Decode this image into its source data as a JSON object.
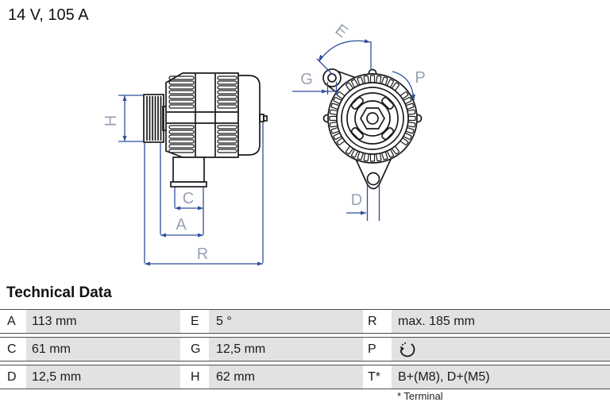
{
  "header": {
    "rating": "14 V, 105 A"
  },
  "section": {
    "title": "Technical Data",
    "footnote": "* Terminal"
  },
  "diagram": {
    "side_view_labels": {
      "H": "H",
      "C": "C",
      "A": "A",
      "R": "R"
    },
    "front_view_labels": {
      "E": "E",
      "G": "G",
      "P": "P",
      "D": "D"
    }
  },
  "technical_data": {
    "rows": [
      [
        {
          "label": "A",
          "value": "113 mm"
        },
        {
          "label": "E",
          "value": "5 °"
        },
        {
          "label": "R",
          "value": "max. 185 mm"
        }
      ],
      [
        {
          "label": "C",
          "value": "61 mm"
        },
        {
          "label": "G",
          "value": "12,5 mm"
        },
        {
          "label": "P",
          "value": "",
          "icon": "counterclockwise-rotation-icon"
        }
      ],
      [
        {
          "label": "D",
          "value": "12,5 mm"
        },
        {
          "label": "H",
          "value": "62 mm"
        },
        {
          "label": "T*",
          "value": "B+(M8), D+(M5)"
        }
      ]
    ]
  },
  "colors": {
    "dimension_line": "#2f4f9a",
    "dimension_label": "#98a2b4",
    "table_value_bg": "#e2e2e2",
    "row_border": "#4d4d4d",
    "drawing_line": "#1a1a1a"
  }
}
